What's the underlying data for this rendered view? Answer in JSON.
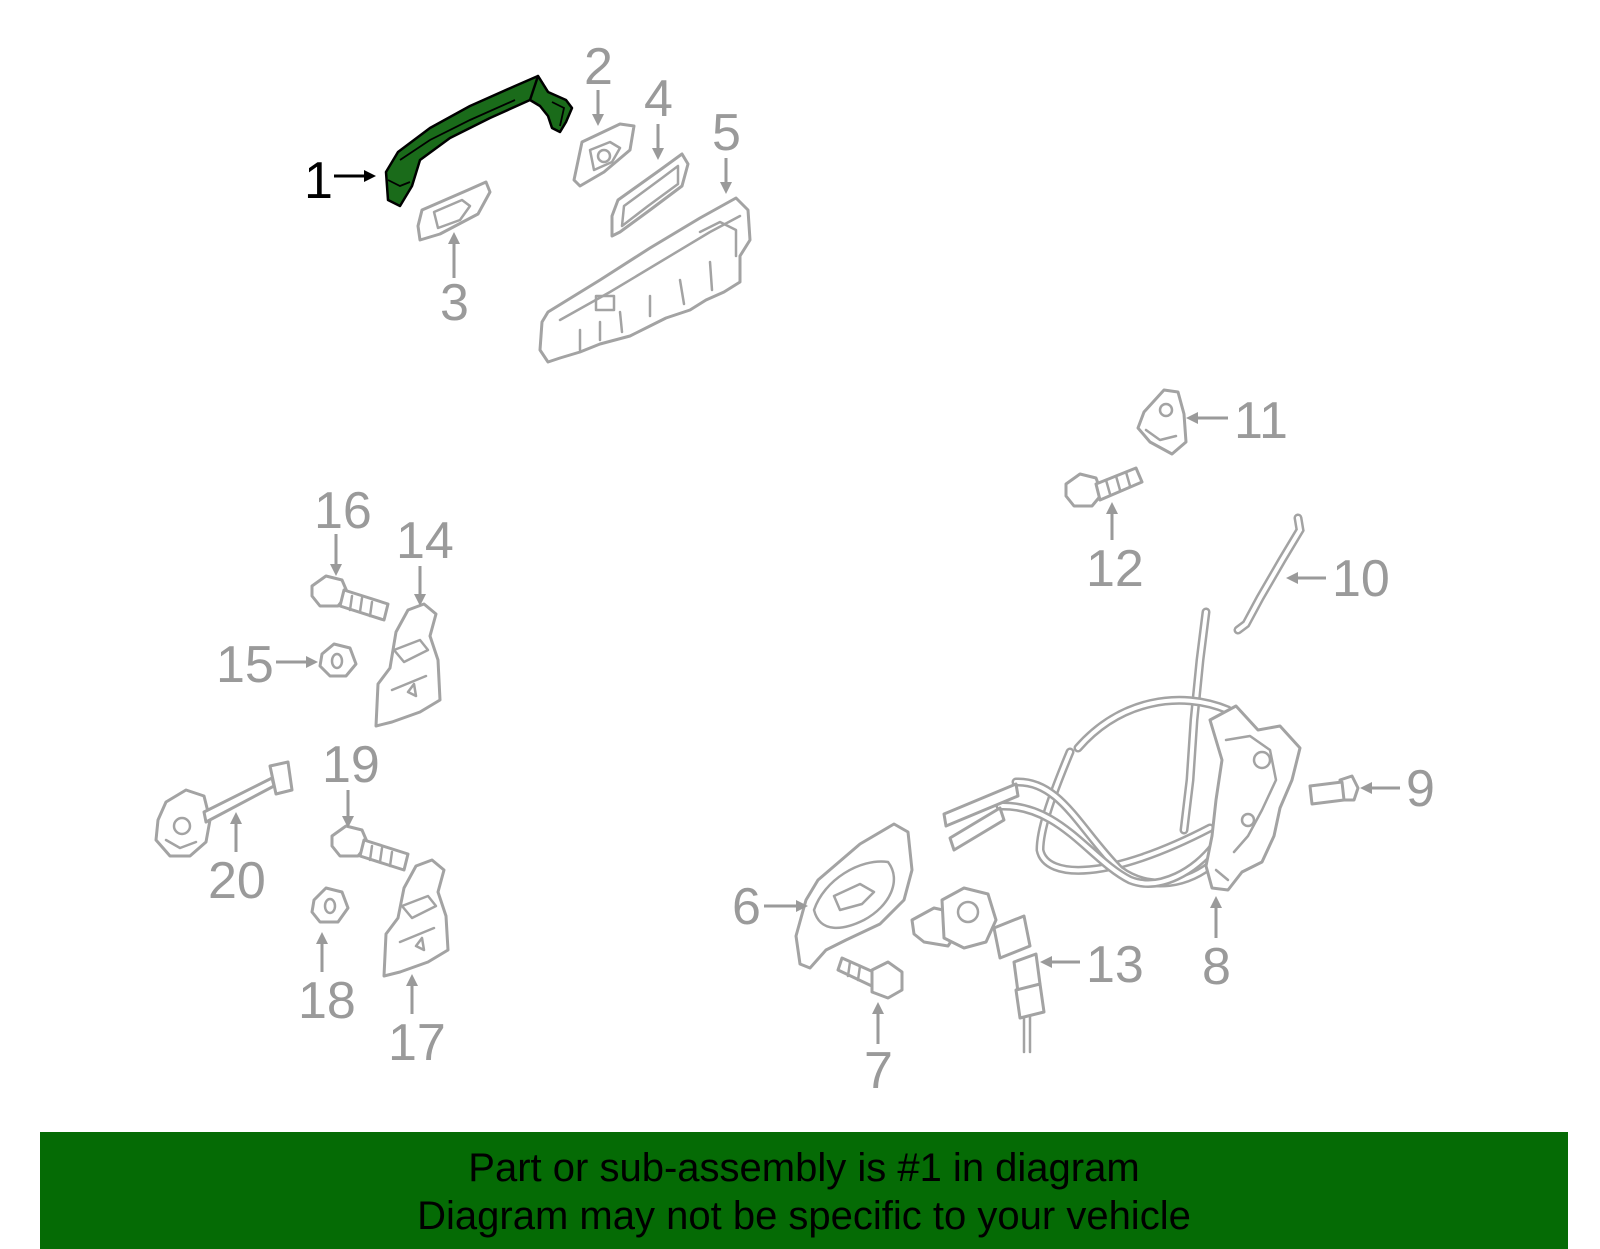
{
  "diagram": {
    "highlight_color": "#1a6b1a",
    "part_line_color": "#a3a3a3",
    "callouts": [
      {
        "id": "1",
        "label": "1",
        "highlighted": true
      },
      {
        "id": "2",
        "label": "2"
      },
      {
        "id": "3",
        "label": "3"
      },
      {
        "id": "4",
        "label": "4"
      },
      {
        "id": "5",
        "label": "5"
      },
      {
        "id": "6",
        "label": "6"
      },
      {
        "id": "7",
        "label": "7"
      },
      {
        "id": "8",
        "label": "8"
      },
      {
        "id": "9",
        "label": "9"
      },
      {
        "id": "10",
        "label": "10"
      },
      {
        "id": "11",
        "label": "11"
      },
      {
        "id": "12",
        "label": "12"
      },
      {
        "id": "13",
        "label": "13"
      },
      {
        "id": "14",
        "label": "14"
      },
      {
        "id": "15",
        "label": "15"
      },
      {
        "id": "16",
        "label": "16"
      },
      {
        "id": "17",
        "label": "17"
      },
      {
        "id": "18",
        "label": "18"
      },
      {
        "id": "19",
        "label": "19"
      },
      {
        "id": "20",
        "label": "20"
      }
    ]
  },
  "footer": {
    "background": "#056b05",
    "line1": "Part or sub-assembly is #1 in diagram",
    "line2": "Diagram may not be specific to your vehicle"
  }
}
